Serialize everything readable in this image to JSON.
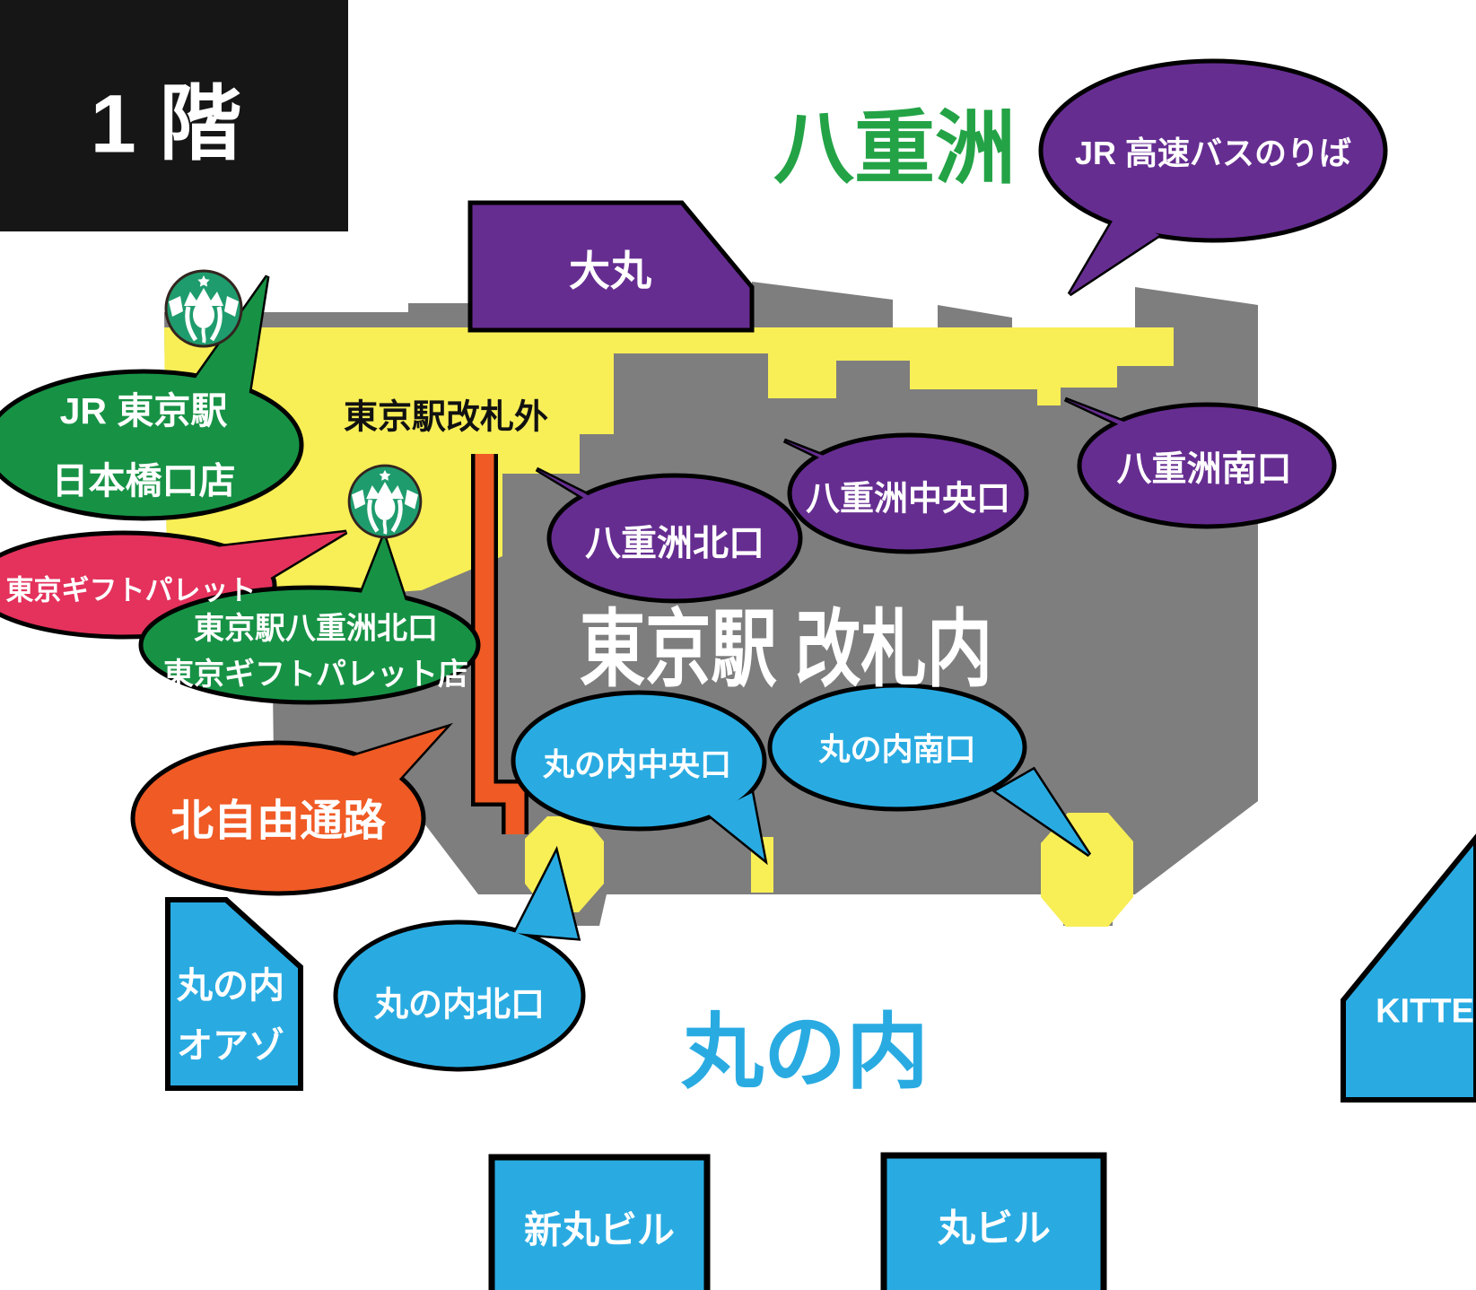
{
  "floor": {
    "label": "1 階"
  },
  "districts": {
    "yaesu": {
      "label": "八重洲",
      "color": "#23A346"
    },
    "marunouchi": {
      "label": "丸の内",
      "color": "#29ABE2"
    }
  },
  "station": {
    "outside_gates_label": "東京駅改札外",
    "inside_gates_label": "東京駅 改札内",
    "colors": {
      "body_gray": "#7E7E7E",
      "concourse_yellow": "#F8EE56"
    }
  },
  "bubbles": {
    "bus_stop": {
      "label": "JR 高速バスのりば",
      "color": "#662D91"
    },
    "starbucks_nihonbashi": {
      "line1": "JR 東京駅",
      "line2": "日本橋口店",
      "color": "#179245"
    },
    "gift_palette": {
      "label": "東京ギフトパレット",
      "color": "#E4325C"
    },
    "starbucks_gift_palette": {
      "line1": "東京駅八重洲北口",
      "line2": "東京ギフトパレット店",
      "color": "#179245"
    },
    "north_free_passage": {
      "label": "北自由通路",
      "color": "#F05A24"
    },
    "yaesu_north": {
      "label": "八重洲北口",
      "color": "#662D91"
    },
    "yaesu_central": {
      "label": "八重洲中央口",
      "color": "#662D91"
    },
    "yaesu_south": {
      "label": "八重洲南口",
      "color": "#662D91"
    },
    "marunouchi_central": {
      "label": "丸の内中央口",
      "color": "#29ABE2"
    },
    "marunouchi_south": {
      "label": "丸の内南口",
      "color": "#29ABE2"
    },
    "marunouchi_north": {
      "label": "丸の内北口",
      "color": "#29ABE2"
    }
  },
  "buildings": {
    "daimaru": {
      "label": "大丸",
      "color": "#662D91"
    },
    "oazo": {
      "line1": "丸の内",
      "line2": "オアゾ",
      "color": "#29ABE2"
    },
    "kitte": {
      "label": "KITTE",
      "color": "#29ABE2"
    },
    "shin_maru_building": {
      "label": "新丸ビル",
      "color": "#29ABE2"
    },
    "maru_building": {
      "label": "丸ビル",
      "color": "#29ABE2"
    }
  },
  "icons": {
    "starbucks": {
      "name": "starbucks-siren-icon",
      "circle_color": "#1F9C6E",
      "ring_color": "#33251F",
      "count": 2
    }
  },
  "path_colors": {
    "north_passage_route_orange": "#F05A24"
  }
}
